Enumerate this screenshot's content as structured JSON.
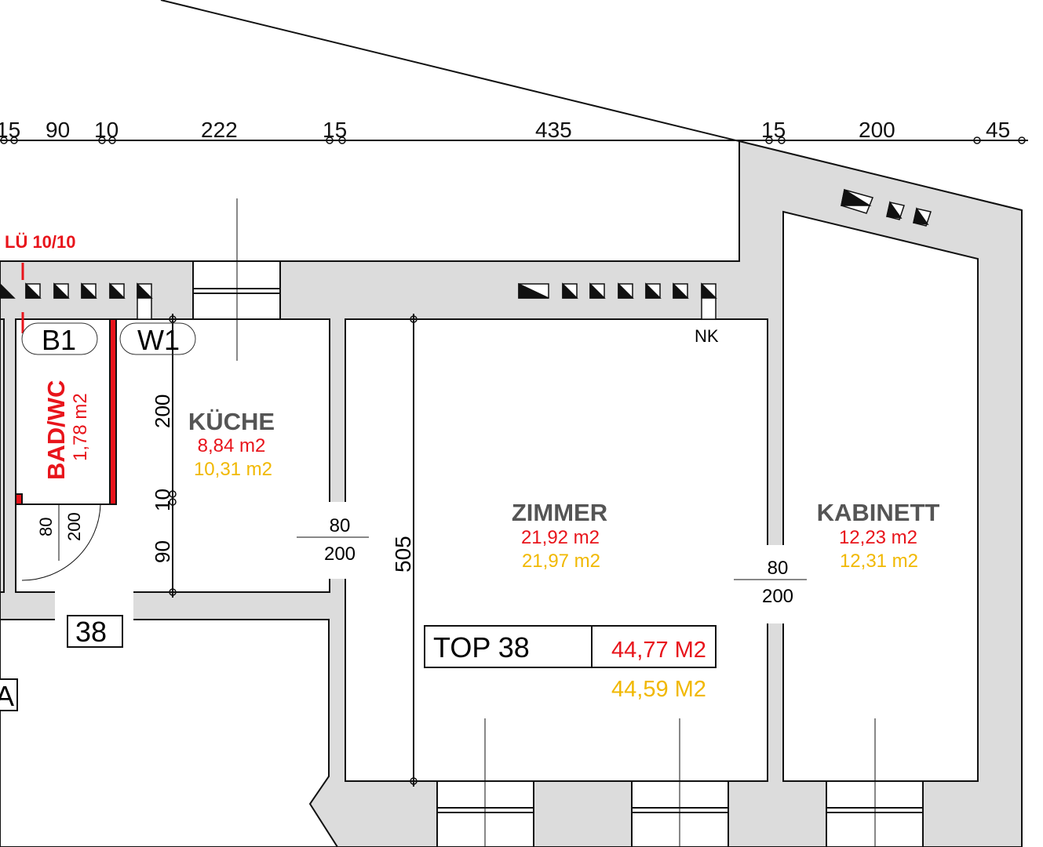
{
  "dimensions_top": [
    "15",
    "90",
    "10",
    "222",
    "15",
    "435",
    "15",
    "200",
    "45"
  ],
  "vent_label": "LÜ 10/10",
  "tags": {
    "b1": "B1",
    "w1": "W1",
    "nk": "NK",
    "apt_number": "38",
    "corner_letter": "A"
  },
  "rooms": {
    "bad": {
      "name": "BAD/WC",
      "area": "1,78 m2"
    },
    "kueche": {
      "name": "KÜCHE",
      "area_red": "8,84 m2",
      "area_yellow": "10,31 m2"
    },
    "zimmer": {
      "name": "ZIMMER",
      "area_red": "21,92 m2",
      "area_yellow": "21,97  m2"
    },
    "kabinett": {
      "name": "KABINETT",
      "area_red": "12,23 m2",
      "area_yellow": "12,31 m2"
    }
  },
  "doors": {
    "bad": {
      "width": "80",
      "height": "200"
    },
    "kueche": {
      "width": "80",
      "height": "200"
    },
    "kabinett": {
      "width": "80",
      "height": "200"
    }
  },
  "vertical_dims": {
    "kueche": [
      "200",
      "10",
      "90"
    ],
    "zimmer": "505"
  },
  "top_box": {
    "label": "TOP  38",
    "area_red": "44,77 M2",
    "area_yellow": "44,59 M2"
  },
  "colors": {
    "wall": "#dcdcdc",
    "red": "#e8141b",
    "yellow": "#f1b800",
    "room_label": "#555555"
  }
}
